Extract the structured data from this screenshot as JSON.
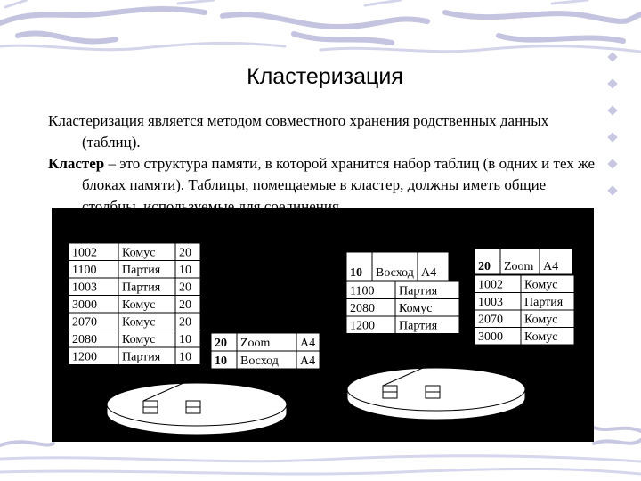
{
  "slide": {
    "title": "Кластеризация",
    "paragraph1": "Кластеризация является методом совместного хранения родственных данных (таблиц).",
    "paragraph2_term": "Кластер",
    "paragraph2_rest": " – это структура памяти, в которой хранится набор таблиц (в одних и тех же блоках памяти). Таблицы, помещаемые в кластер, должны иметь общие столбцы, используемые для соединения"
  },
  "colors": {
    "figure_background": "#000000",
    "table_background": "#ffffff",
    "decoration": "#b9b9dc"
  },
  "figure": {
    "left_table": [
      [
        "1002",
        "Комус",
        "20"
      ],
      [
        "1100",
        "Партия",
        "10"
      ],
      [
        "1003",
        "Партия",
        "20"
      ],
      [
        "3000",
        "Комус",
        "20"
      ],
      [
        "2070",
        "Комус",
        "20"
      ],
      [
        "2080",
        "Комус",
        "10"
      ],
      [
        "1200",
        "Партия",
        "10"
      ]
    ],
    "right_table": [
      [
        "20",
        "Zoom",
        "A4"
      ],
      [
        "10",
        "Восход",
        "A4"
      ]
    ],
    "cluster_10": {
      "key": "10",
      "name": "Восход",
      "format": "A4",
      "rows": [
        [
          "1100",
          "Партия"
        ],
        [
          "2080",
          "Комус"
        ],
        [
          "1200",
          "Партия"
        ]
      ]
    },
    "cluster_20": {
      "key": "20",
      "name": "Zoom",
      "format": "A4",
      "rows": [
        [
          "1002",
          "Комус"
        ],
        [
          "1003",
          "Партия"
        ],
        [
          "2070",
          "Комус"
        ],
        [
          "3000",
          "Комус"
        ]
      ]
    },
    "disk_left_icon": "disk-with-blocks",
    "disk_right_icon": "disk-with-blocks"
  }
}
